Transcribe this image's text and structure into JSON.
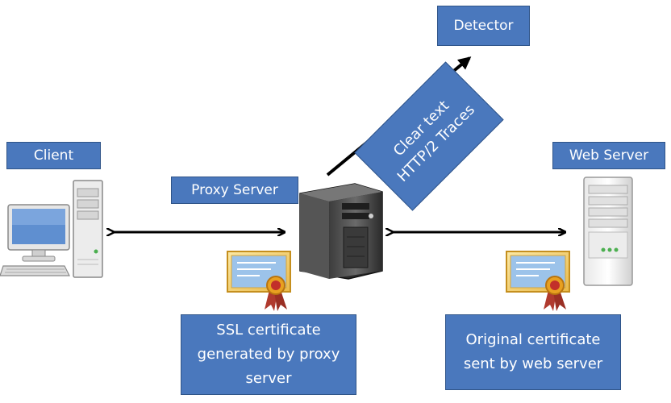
{
  "labels": {
    "detector": "Detector",
    "client": "Client",
    "proxy_server": "Proxy Server",
    "web_server": "Web Server",
    "traces_line1": "Clear text",
    "traces_line2": "HTTP/2 Traces",
    "ssl_cert_line1": "SSL certificate",
    "ssl_cert_line2": "generated by proxy",
    "ssl_cert_line3": "server",
    "orig_cert_line1": "Original certificate",
    "orig_cert_line2": "sent by web server"
  },
  "colors": {
    "label_fill": "#4a78bd",
    "label_border": "#2f5488",
    "arrow": "#000000",
    "certificate": "#f2c94c",
    "ribbon": "#b03a2e"
  },
  "icons": [
    "desktop-computer-icon",
    "tower-server-icon",
    "rack-server-icon",
    "certificate-icon"
  ]
}
